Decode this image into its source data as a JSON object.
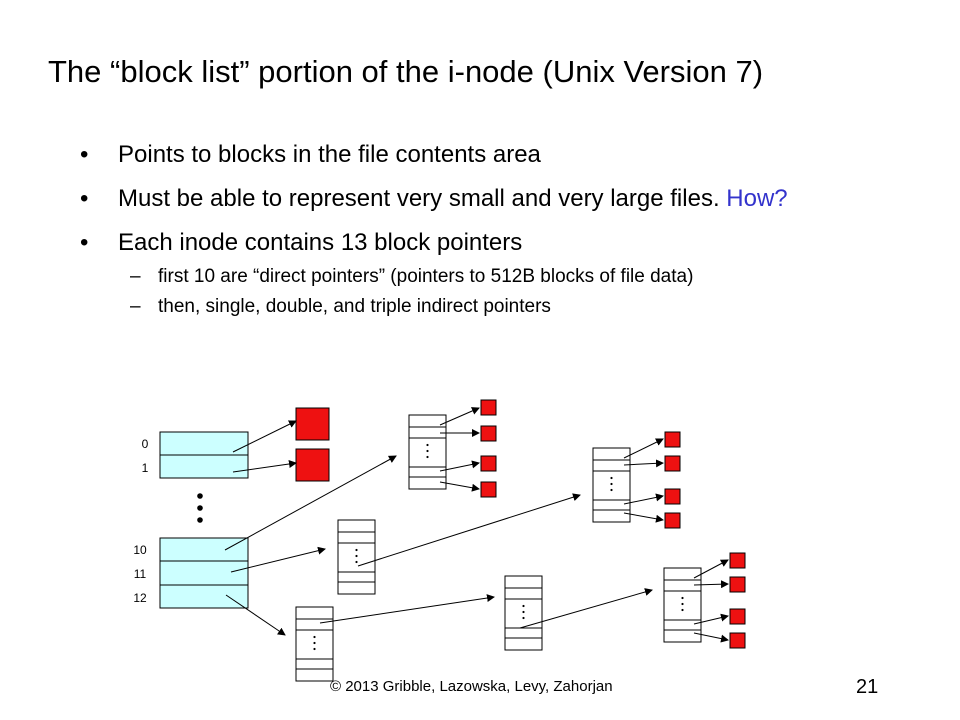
{
  "slide": {
    "title": "The “block list” portion of the i-node (Unix Version 7)",
    "bullets": [
      {
        "text": "Points to blocks in the file contents area"
      },
      {
        "text": "Must be able to represent very small and very large files.",
        "accent": "How?"
      },
      {
        "text": "Each inode contains 13 block pointers"
      }
    ],
    "sub_bullets": [
      {
        "text": "first 10 are “direct pointers” (pointers to 512B blocks of file data)"
      },
      {
        "text": "then, single, double, and triple indirect pointers"
      }
    ],
    "footer": "© 2013 Gribble, Lazowska, Levy, Zahorjan",
    "slide_number": "21"
  },
  "diagram": {
    "index_labels": [
      "0",
      "1",
      "10",
      "11",
      "12"
    ],
    "colors": {
      "inode_fill": "#ccffff",
      "block_fill": "#ee1111",
      "line": "#000000",
      "accent_text": "#3333cc"
    }
  }
}
